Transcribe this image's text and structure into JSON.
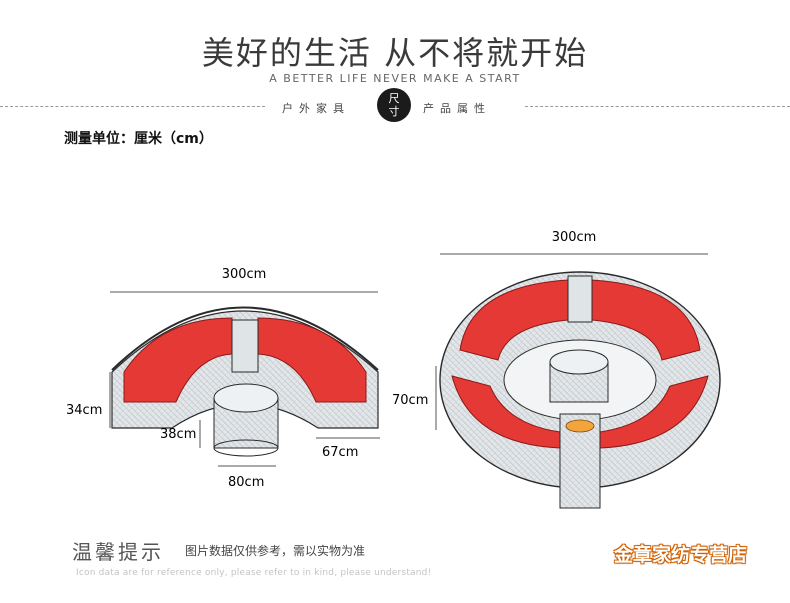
{
  "header": {
    "headline": "美好的生活  从不将就开始",
    "subline": "A BETTER LIFE NEVER MAKE A START",
    "tag_left": "户外家具",
    "badge": "尺寸",
    "tag_right": "产品属性"
  },
  "unit_note": "测量单位：厘米（cm）",
  "left_set": {
    "width_label": "300cm",
    "height_label": "34cm",
    "table_height_label": "38cm",
    "depth_label": "67cm",
    "table_width_label": "80cm"
  },
  "right_set": {
    "width_label": "300cm",
    "height_label": "70cm"
  },
  "footer": {
    "tip_title": "温馨提示",
    "tip_text": "图片数据仅供参考，需以实物为准",
    "tip_en": "Icon data are for reference only, please refer to in kind, please understand!",
    "shop_name": "金章家纺专营店"
  },
  "colors": {
    "cushion": "#e53935",
    "frame": "#d8dde1",
    "outline": "#2a2a2a"
  }
}
